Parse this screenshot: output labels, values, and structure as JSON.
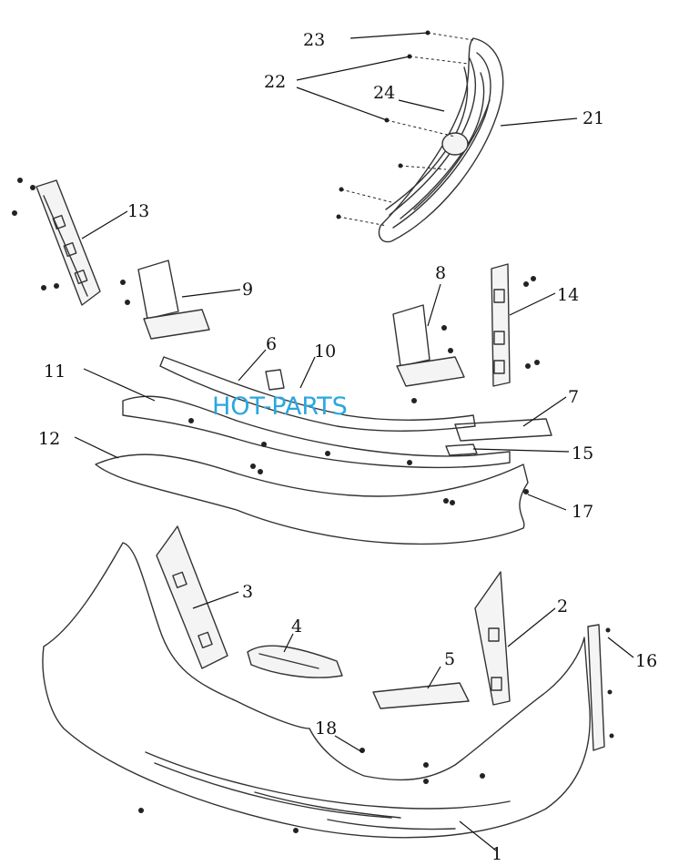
{
  "watermark": "HOT-PARTS",
  "callouts": {
    "p1": "1",
    "p2": "2",
    "p3": "3",
    "p4": "4",
    "p5": "5",
    "p6": "6",
    "p7": "7",
    "p8": "8",
    "p9": "9",
    "p10": "10",
    "p11": "11",
    "p12": "12",
    "p13": "13",
    "p14": "14",
    "p15": "15",
    "p16": "16",
    "p17": "17",
    "p18": "18",
    "p21": "21",
    "p22": "22",
    "p23": "23",
    "p24": "24"
  }
}
